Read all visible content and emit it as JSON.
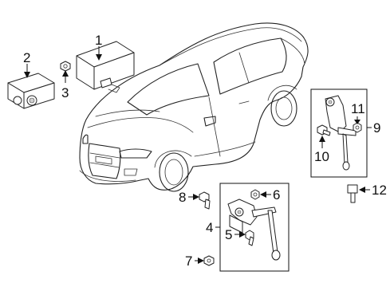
{
  "callouts": [
    {
      "id": "1",
      "text": "1"
    },
    {
      "id": "2",
      "text": "2"
    },
    {
      "id": "3",
      "text": "3"
    },
    {
      "id": "4",
      "text": "4"
    },
    {
      "id": "5",
      "text": "5"
    },
    {
      "id": "6",
      "text": "6"
    },
    {
      "id": "7",
      "text": "7"
    },
    {
      "id": "8",
      "text": "8"
    },
    {
      "id": "9",
      "text": "9"
    },
    {
      "id": "10",
      "text": "10"
    },
    {
      "id": "11",
      "text": "11"
    },
    {
      "id": "12",
      "text": "12"
    }
  ],
  "colors": {
    "line": "#222222",
    "background": "#ffffff"
  }
}
